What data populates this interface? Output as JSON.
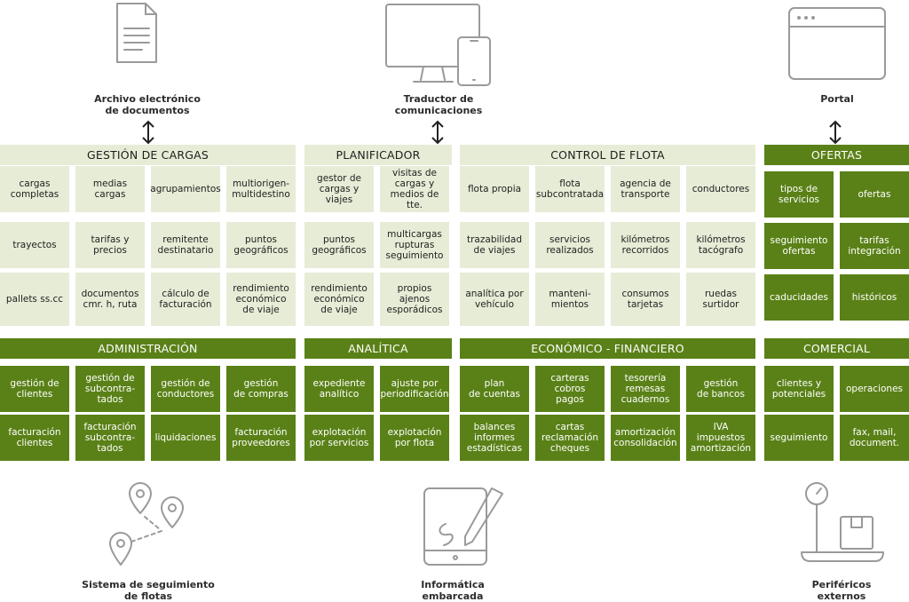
{
  "colors": {
    "dark_green": "#5a8117",
    "light_green": "#e6ecd6",
    "icon_gray": "#9a9a9a"
  },
  "top": [
    {
      "icon": "document-icon",
      "label": "Archivo electrónico\nde documentos"
    },
    {
      "icon": "desktop-mobile-icon",
      "label": "Traductor de\ncomunicaciones"
    },
    {
      "icon": "browser-window-icon",
      "label": "Portal"
    }
  ],
  "bottom": [
    {
      "icon": "map-pins-icon",
      "label": "Sistema de seguimiento\nde flotas"
    },
    {
      "icon": "tablet-pen-icon",
      "label": "Informática\nembarcada"
    },
    {
      "icon": "scale-package-icon",
      "label": "Periféricos\nexternos"
    }
  ],
  "sections": [
    {
      "title": "GESTIÓN DE CARGAS",
      "style": "light",
      "cells": [
        "cargas\ncompletas",
        "medias\ncargas",
        "agrupamientos",
        "multiorigen-\nmultidestino",
        "trayectos",
        "tarifas y\nprecios",
        "remitente\ndestinatario",
        "puntos\ngeográficos",
        "pallets ss.cc",
        "documentos\ncmr. h, ruta",
        "cálculo de\nfacturación",
        "rendimiento\neconómico\nde viaje"
      ]
    },
    {
      "title": "PLANIFICADOR",
      "style": "light",
      "cells": [
        "gestor de\ncargas y\nviajes",
        "visitas de\ncargas y\nmedios de tte.",
        "puntos\ngeográficos",
        "multicargas\nrupturas\nseguimiento",
        "rendimiento\neconómico\nde viaje",
        "propios\najenos\nesporádicos"
      ]
    },
    {
      "title": "CONTROL DE FLOTA",
      "style": "light",
      "cells": [
        "flota propia",
        "flota\nsubcontratada",
        "agencia de\ntransporte",
        "conductores",
        "trazabilidad\nde viajes",
        "servicios\nrealizados",
        "kilómetros\nrecorridos",
        "kilómetros\ntacógrafo",
        "analítica por\nvehículo",
        "manteni-\nmientos",
        "consumos\ntarjetas",
        "ruedas\nsurtidor"
      ]
    },
    {
      "title": "OFERTAS",
      "style": "dark",
      "cells": [
        "tipos de\nservicios",
        "ofertas",
        "seguimiento\nofertas",
        "tarifas\nintegración",
        "caducidades",
        "históricos"
      ]
    },
    {
      "title": "ADMINISTRACIÓN",
      "style": "dark",
      "cells": [
        "gestión de\nclientes",
        "gestión de\nsubcontra-\ntados",
        "gestión de\nconductores",
        "gestión\nde compras",
        "facturación\nclientes",
        "facturación\nsubcontra-\ntados",
        "liquidaciones",
        "facturación\nproveedores"
      ]
    },
    {
      "title": "ANALÍTICA",
      "style": "dark",
      "cells": [
        "expediente\nanalítico",
        "ajuste por\nperiodificación",
        "explotación\npor servicios",
        "explotación\npor flota"
      ]
    },
    {
      "title": "ECONÓMICO - FINANCIERO",
      "style": "dark",
      "cells": [
        "plan\nde cuentas",
        "carteras\ncobros\npagos",
        "tesorería\nremesas\ncuadernos",
        "gestión\nde bancos",
        "balances\ninformes\nestadísticas",
        "cartas\nreclamación\ncheques",
        "amortización\nconsolidación",
        "IVA\nimpuestos\namortización"
      ]
    },
    {
      "title": "COMERCIAL",
      "style": "dark",
      "cells": [
        "clientes y\npotenciales",
        "operaciones",
        "seguimiento",
        "fax, mail,\ndocument."
      ]
    }
  ]
}
